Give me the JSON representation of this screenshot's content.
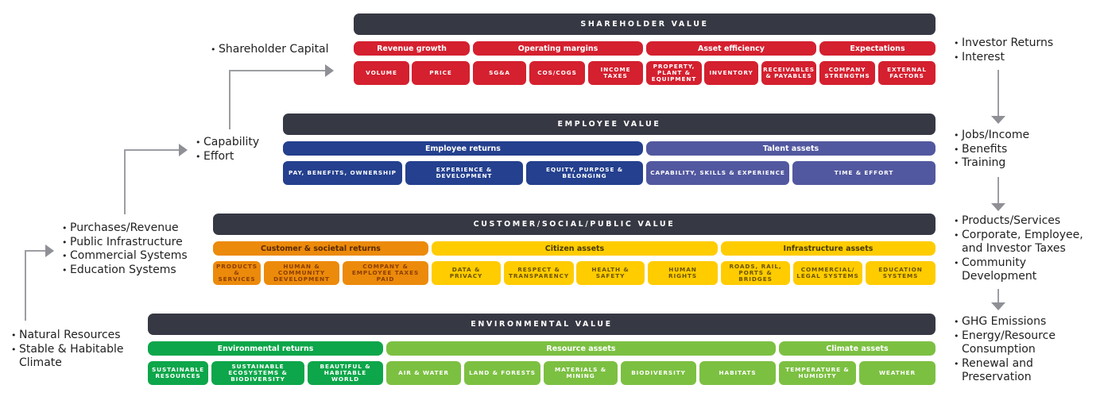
{
  "shareholder": {
    "title": "SHAREHOLDER VALUE",
    "categories": [
      "Revenue growth",
      "Operating margins",
      "Asset efficiency",
      "Expectations"
    ],
    "cells": [
      "VOLUME",
      "PRICE",
      "SG&A",
      "COS/COGS",
      "INCOME\nTAXES",
      "PROPERTY,\nPLANT &\nEQUIPMENT",
      "INVENTORY",
      "RECEIVABLES\n& PAYABLES",
      "COMPANY\nSTRENGTHS",
      "EXTERNAL\nFACTORS"
    ],
    "color": "#d4202f"
  },
  "employee": {
    "title": "EMPLOYEE VALUE",
    "categories": [
      "Employee returns",
      "Talent assets"
    ],
    "cells": [
      "PAY, BENEFITS, OWNERSHIP",
      "EXPERIENCE & DEVELOPMENT",
      "EQUITY, PURPOSE &\nBELONGING",
      "CAPABILITY, SKILLS & EXPERIENCE",
      "TIME & EFFORT"
    ],
    "colors": [
      "#24408e",
      "#52589f"
    ]
  },
  "customer": {
    "title": "CUSTOMER/SOCIAL/PUBLIC VALUE",
    "categories": [
      "Customer & societal returns",
      "Citizen assets",
      "Infrastructure assets"
    ],
    "cells": [
      "PRODUCTS\n& SERVICES",
      "HUMAN &\nCOMMUNITY\nDEVELOPMENT",
      "COMPANY &\nEMPLOYEE TAXES\nPAID",
      "DATA &\nPRIVACY",
      "RESPECT &\nTRANSPARENCY",
      "HEALTH &\nSAFETY",
      "HUMAN\nRIGHTS",
      "ROADS, RAIL,\nPORTS & BRIDGES",
      "COMMERCIAL/\nLEGAL SYSTEMS",
      "EDUCATION\nSYSTEMS"
    ],
    "colors": [
      "#ec8a0b",
      "#ffcc00"
    ]
  },
  "environmental": {
    "title": "ENVIRONMENTAL VALUE",
    "categories": [
      "Environmental returns",
      "Resource assets",
      "Climate assets"
    ],
    "cells": [
      "SUSTAINABLE\nRESOURCES",
      "SUSTAINABLE\nECOSYSTEMS &\nBIODIVERSITY",
      "BEAUTIFUL &\nHABITABLE WORLD",
      "AIR & WATER",
      "LAND & FORESTS",
      "MATERIALS &\nMINING",
      "BIODIVERSITY",
      "HABITATS",
      "TEMPERATURE &\nHUMIDITY",
      "WEATHER"
    ],
    "colors": [
      "#0da64a",
      "#7cc042"
    ]
  },
  "left_notes": {
    "shareholder_inputs": [
      "Shareholder Capital"
    ],
    "employee_inputs": [
      "Capability",
      "Effort"
    ],
    "customer_inputs": [
      "Purchases/Revenue",
      "Public Infrastructure",
      "Commercial Systems",
      "Education Systems"
    ],
    "environment_inputs": [
      "Natural Resources",
      "Stable & Habitable Climate"
    ]
  },
  "right_notes": {
    "shareholder_outputs": [
      "Investor Returns",
      "Interest"
    ],
    "employee_outputs": [
      "Jobs/Income",
      "Benefits",
      "Training"
    ],
    "customer_outputs": [
      "Products/Services",
      "Corporate, Employee, and Investor Taxes",
      "Community Development"
    ],
    "environment_outputs": [
      "GHG Emissions",
      "Energy/Resource Consumption",
      "Renewal and Preservation"
    ]
  }
}
